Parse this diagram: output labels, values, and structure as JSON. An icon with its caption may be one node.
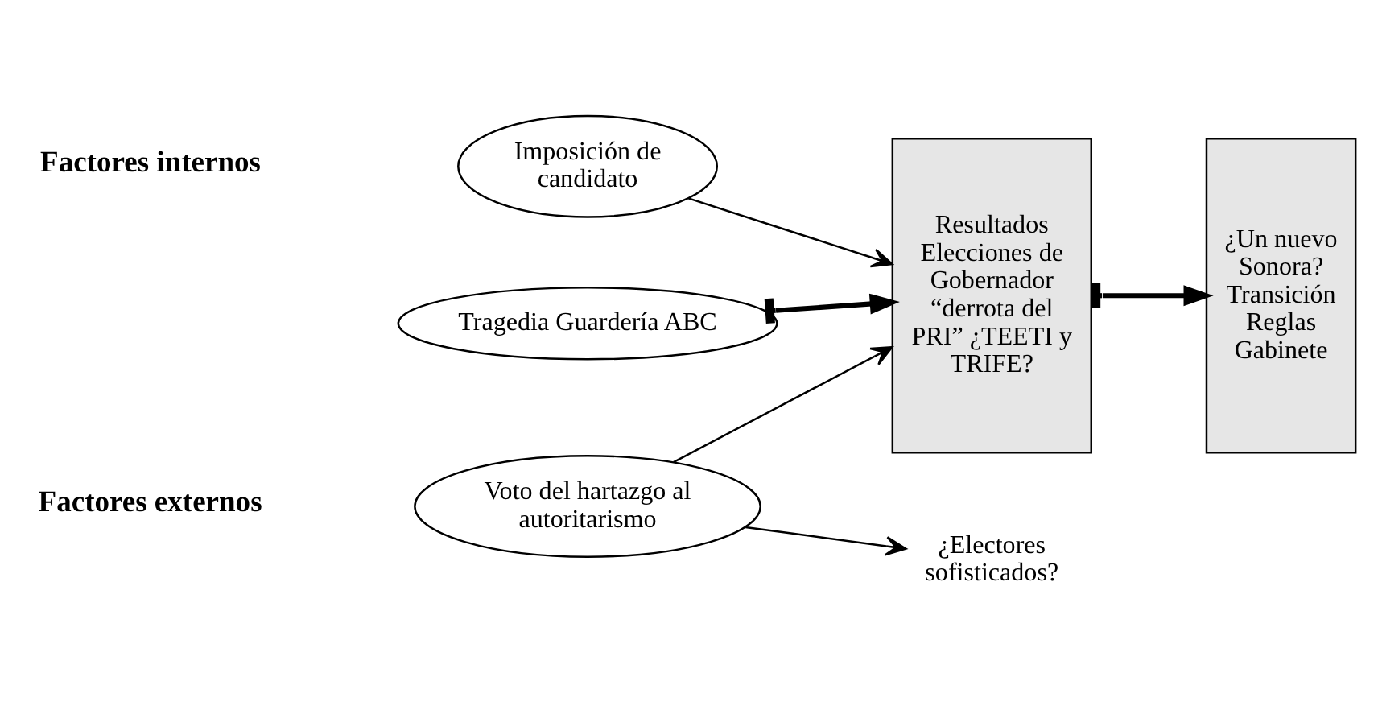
{
  "diagram": {
    "nodes": [
      {
        "text": [
          "Imposición de candidato"
        ]
      },
      {
        "text": [
          "Tragedia Guardería ABC"
        ]
      },
      {
        "text": [
          "Voto del hartazgo al autoritarismo"
        ]
      },
      {
        "text": [
          "Resultados Elecciones de Gobernador “derrota del PRI” ¿TEETI y TRIFE?"
        ]
      },
      {
        "text": [
          "¿Un nuevo Sonora? Transición Reglas Gabinete"
        ]
      },
      {
        "text": [
          "¿Electores sofisticados?"
        ]
      }
    ],
    "edges": [
      {
        "from": 0,
        "to": 3,
        "arrow": "to"
      },
      {
        "from": 1,
        "to": 3,
        "arrow": "to",
        "style": "thick"
      },
      {
        "from": 2,
        "to": 3,
        "arrow": "to"
      },
      {
        "from": 2,
        "to": 5,
        "arrow": "to"
      },
      {
        "from": 3,
        "to": 4,
        "arrow": "to",
        "style": "thick"
      }
    ],
    "labels": [
      "Factores internos",
      "Factores externos"
    ]
  }
}
